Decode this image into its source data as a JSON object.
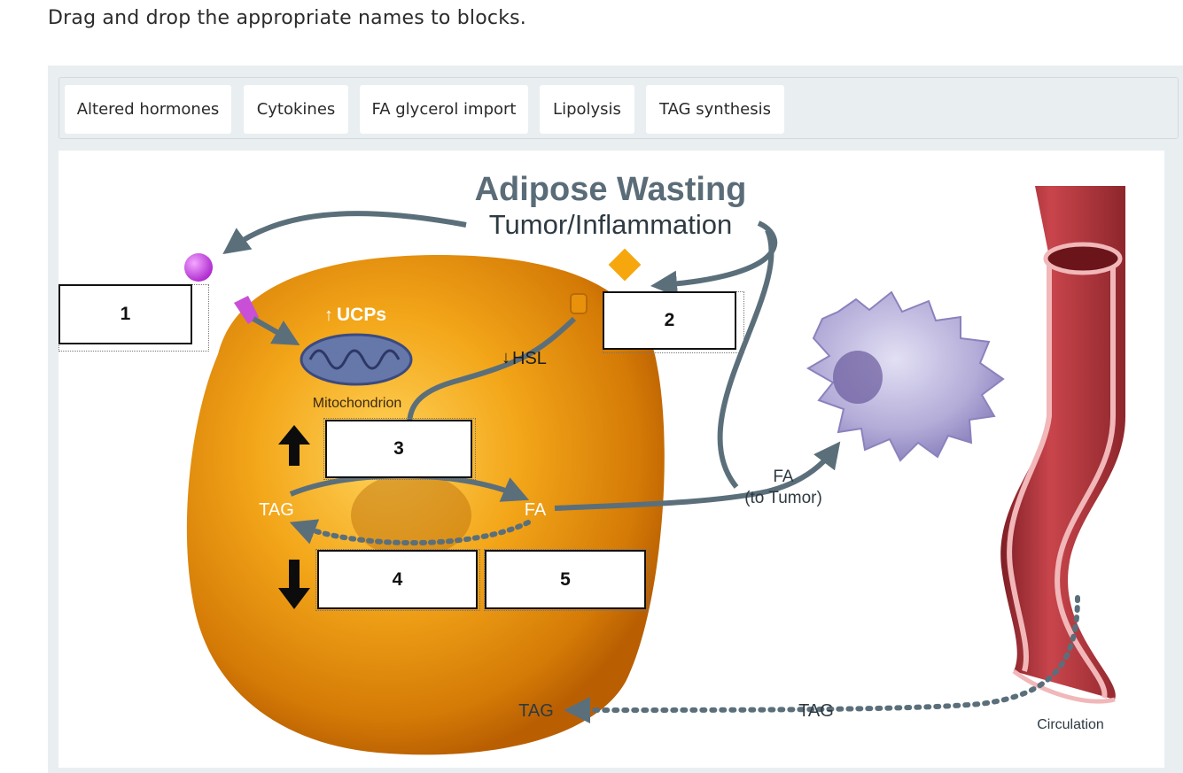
{
  "instruction": "Drag and drop the appropriate names to blocks.",
  "bank": {
    "chips": [
      "Altered hormones",
      "Cytokines",
      "FA glycerol import",
      "Lipolysis",
      "TAG synthesis"
    ]
  },
  "diagram": {
    "title": "Adipose Wasting",
    "subtitle": "Tumor/Inflammation",
    "labels": {
      "ucps": "UCPs",
      "mitochondrion": "Mitochondrion",
      "hsl": "HSL",
      "tag_left": "TAG",
      "fa_mid": "FA",
      "fa_tumor": "FA",
      "to_tumor": "(to Tumor)",
      "tag_bottom": "TAG",
      "tag_circ": "TAG",
      "circulation": "Circulation"
    },
    "drop_zones": [
      "1",
      "2",
      "3",
      "4",
      "5"
    ]
  },
  "colors": {
    "arrow": "#5b6f7b",
    "fat_cell": "#f0a21c",
    "vessel": "#b8333b",
    "tumor": "#a9a3d4",
    "receptor": "#c84fd6",
    "diamond": "#f5a70d"
  }
}
